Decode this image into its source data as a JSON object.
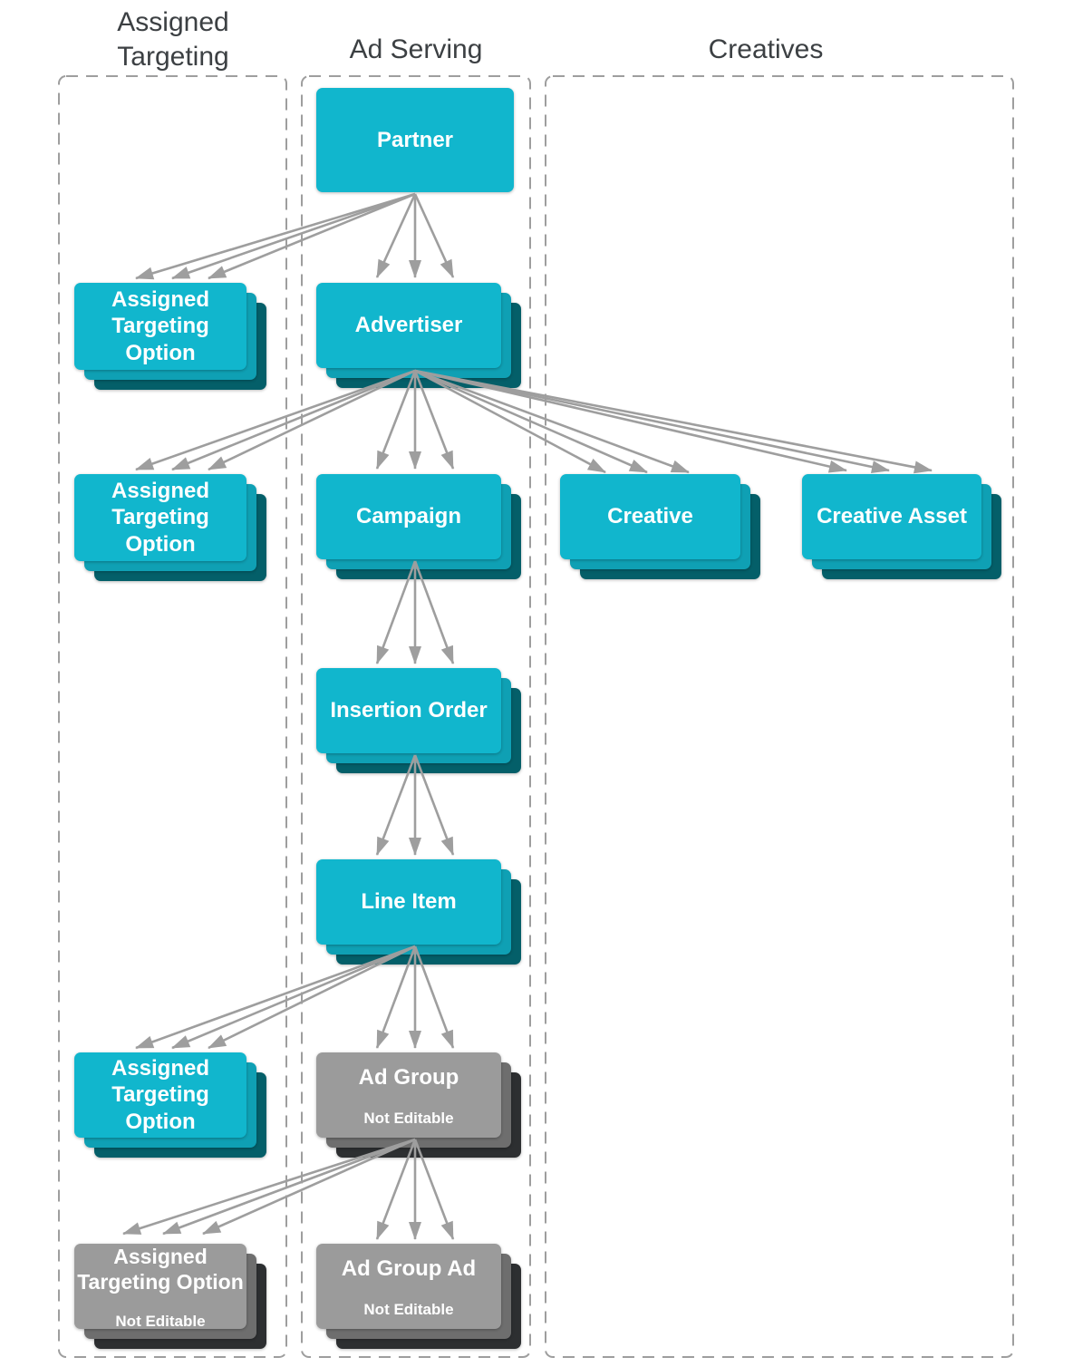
{
  "columns": {
    "assigned_targeting": {
      "header": "Assigned Targeting"
    },
    "ad_serving": {
      "header": "Ad Serving"
    },
    "creatives": {
      "header": "Creatives"
    }
  },
  "nodes": {
    "partner": {
      "label": "Partner"
    },
    "ato_partner": {
      "label": "Assigned Targeting Option"
    },
    "advertiser": {
      "label": "Advertiser"
    },
    "ato_advertiser": {
      "label": "Assigned Targeting Option"
    },
    "campaign": {
      "label": "Campaign"
    },
    "creative": {
      "label": "Creative"
    },
    "creative_asset": {
      "label": "Creative Asset"
    },
    "insertion_order": {
      "label": "Insertion Order"
    },
    "line_item": {
      "label": "Line Item"
    },
    "ato_line_item": {
      "label": "Assigned Targeting Option"
    },
    "ad_group": {
      "label": "Ad Group",
      "sublabel": "Not Editable"
    },
    "ato_ad_group": {
      "label": "Assigned Targeting Option",
      "sublabel": "Not Editable"
    },
    "ad_group_ad": {
      "label": "Ad Group Ad",
      "sublabel": "Not Editable"
    }
  },
  "edges": [
    {
      "from": "Partner",
      "to": "Assigned Targeting Option"
    },
    {
      "from": "Partner",
      "to": "Advertiser"
    },
    {
      "from": "Advertiser",
      "to": "Assigned Targeting Option"
    },
    {
      "from": "Advertiser",
      "to": "Campaign"
    },
    {
      "from": "Advertiser",
      "to": "Creative"
    },
    {
      "from": "Advertiser",
      "to": "Creative Asset"
    },
    {
      "from": "Campaign",
      "to": "Insertion Order"
    },
    {
      "from": "Insertion Order",
      "to": "Line Item"
    },
    {
      "from": "Line Item",
      "to": "Assigned Targeting Option"
    },
    {
      "from": "Line Item",
      "to": "Ad Group"
    },
    {
      "from": "Ad Group",
      "to": "Assigned Targeting Option"
    },
    {
      "from": "Ad Group",
      "to": "Ad Group Ad"
    }
  ],
  "colors": {
    "box_teal": "#11B6CD",
    "box_teal_mid": "#0FA0B4",
    "box_teal_dark": "#045F69",
    "box_gray": "#9B9B9B",
    "box_gray_mid": "#6E6E6E",
    "box_gray_dark": "#2D2F31",
    "arrow_gray": "#9E9E9E",
    "column_border_gray": "#9E9E9E",
    "header_text": "#3C4043",
    "box_text": "#FFFFFF"
  }
}
